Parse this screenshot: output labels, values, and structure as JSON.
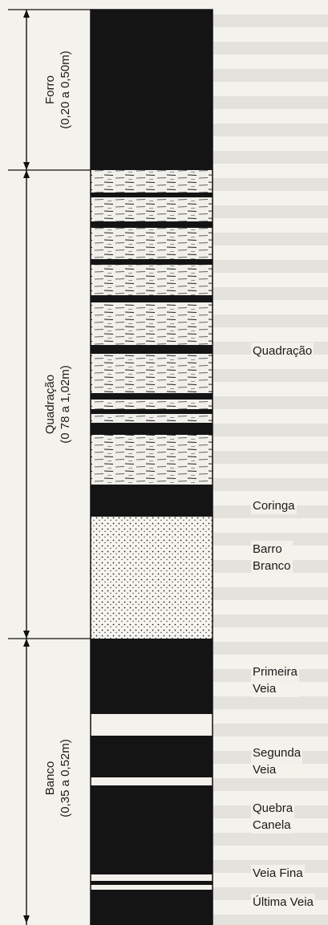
{
  "zones": [
    {
      "id": "forro",
      "name": "Forro",
      "range": "(0,20 a 0,50m)"
    },
    {
      "id": "quadracao",
      "name": "Quadração",
      "range": "(0 78 a 1,02m)"
    },
    {
      "id": "banco",
      "name": "Banco",
      "range": "(0,35 a 0,52m)"
    }
  ],
  "layers": {
    "quadracao": "Quadração",
    "coringa": "Coringa",
    "barro_branco": "Barro\nBranco",
    "primeira_veia": "Primeira\nVeia",
    "segunda_veia": "Segunda\nVeia",
    "quebra_canela": "Quebra\nCanela",
    "veia_fina": "Veia Fina",
    "ultima_veia": "Última Veia"
  },
  "colors": {
    "coal": "#141414",
    "shale": "#f2f1ec",
    "clay": "#f6f5f0",
    "ink": "#1a1a1a"
  }
}
